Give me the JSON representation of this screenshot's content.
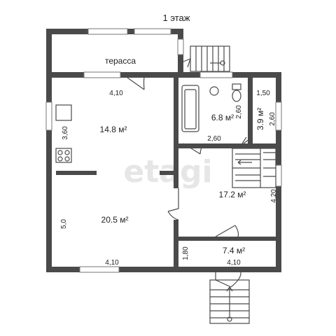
{
  "title": "1 этаж",
  "watermark": "etagi",
  "rooms": {
    "terrace": {
      "name": "терасса"
    },
    "kitchen": {
      "area": "14.8 м²",
      "width": "4,10",
      "depth": "3,60"
    },
    "living": {
      "area": "20.5 м²",
      "width": "4,10",
      "depth": "5,0"
    },
    "bathroom": {
      "area": "6.8 м²",
      "width": "2,60",
      "depth": "2,60"
    },
    "storage": {
      "area": "3.9 м²",
      "width": "1,50",
      "depth": "2,60"
    },
    "hall": {
      "area": "17.2 м²",
      "depth": "4,20"
    },
    "vestibule": {
      "area": "7.4 м²",
      "width": "4,10",
      "depth": "1,80"
    }
  },
  "colors": {
    "wall": "#4a4a4a",
    "background": "#ffffff",
    "watermark": "#e6e6e6"
  }
}
